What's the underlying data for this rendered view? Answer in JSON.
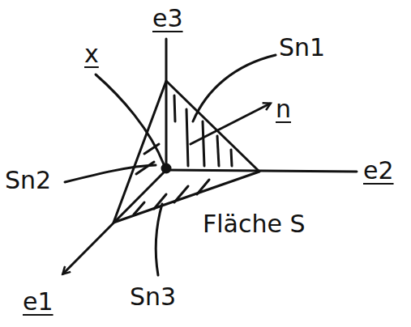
{
  "diagram": {
    "labels": [
      "e3",
      "e2",
      "e1",
      "x",
      "n",
      "Sn1",
      "Sn2",
      "Sn3",
      "Fläche S"
    ]
  }
}
